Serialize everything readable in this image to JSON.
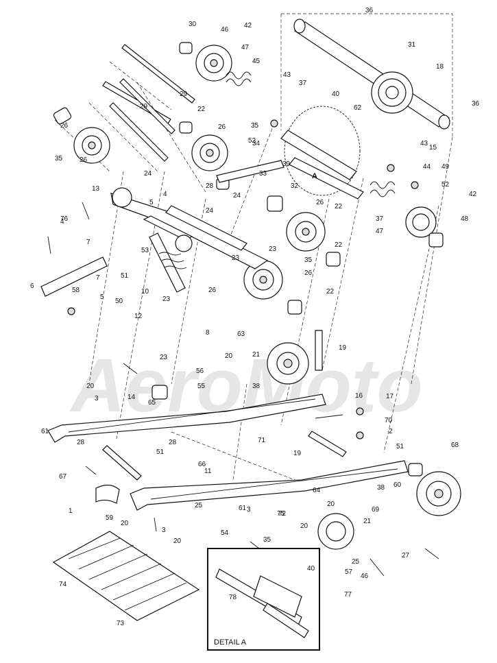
{
  "diagram": {
    "detail_label": "DETAIL A",
    "section_marker": "A",
    "watermark": "AeroMoto",
    "callouts": [
      "30",
      "46",
      "42",
      "36",
      "31",
      "18",
      "36",
      "47",
      "45",
      "43",
      "37",
      "40",
      "62",
      "29",
      "22",
      "26",
      "35",
      "52",
      "15",
      "43",
      "44",
      "49",
      "52",
      "34",
      "39",
      "33",
      "32",
      "26",
      "22",
      "29",
      "26",
      "35",
      "26",
      "24",
      "28",
      "24",
      "13",
      "4",
      "5",
      "24",
      "23",
      "76",
      "4",
      "7",
      "53",
      "7",
      "6",
      "58",
      "5",
      "51",
      "50",
      "10",
      "12",
      "23",
      "23",
      "26",
      "35",
      "26",
      "22",
      "22",
      "37",
      "47",
      "42",
      "48",
      "8",
      "63",
      "20",
      "21",
      "38",
      "19",
      "23",
      "56",
      "55",
      "20",
      "3",
      "14",
      "65",
      "16",
      "17",
      "70",
      "51",
      "71",
      "2",
      "61",
      "28",
      "51",
      "28",
      "19",
      "68",
      "67",
      "1",
      "59",
      "66",
      "11",
      "64",
      "61",
      "3",
      "25",
      "20",
      "72",
      "38",
      "69",
      "60",
      "20",
      "3",
      "20",
      "54",
      "75",
      "35",
      "20",
      "21",
      "27",
      "25",
      "57",
      "46",
      "77",
      "74",
      "40",
      "78",
      "73"
    ]
  }
}
